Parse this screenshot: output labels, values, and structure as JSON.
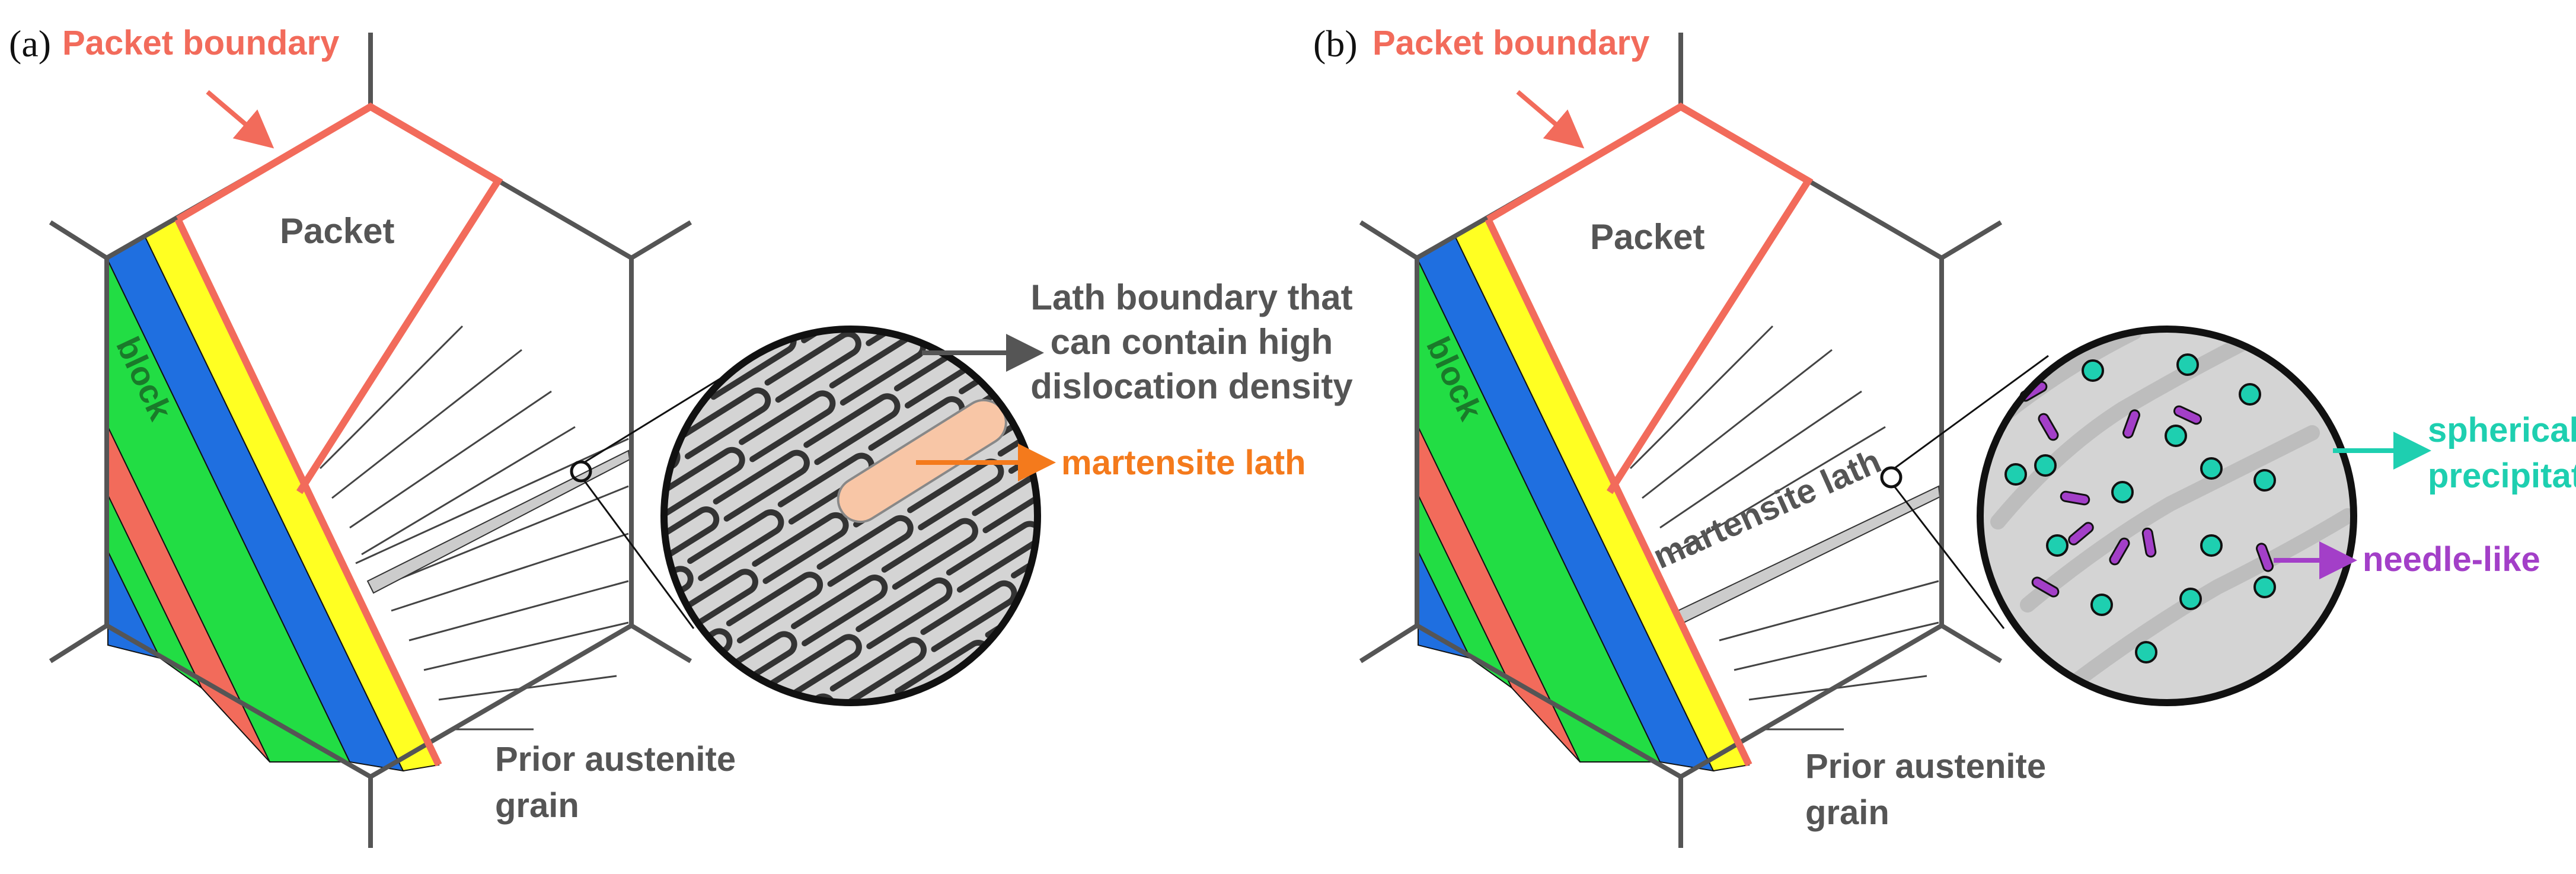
{
  "colors": {
    "packet_boundary": "#f26b5b",
    "block_green": "#22dd44",
    "block_blue": "#1f6fe0",
    "block_yellow": "#ffff22",
    "block_red": "#f26b5b",
    "grain_gray": "#555555",
    "lath_orange": "#f47a1c",
    "lath_fill": "#f8c6a6",
    "spherical_teal": "#1ecfb0",
    "needle_purple": "#a33fc8",
    "circle_fill": "#d4d4d4"
  },
  "panel_a": {
    "tag": "(a)",
    "packet_boundary_label": "Packet boundary",
    "packet_label": "Packet",
    "block_label": "block",
    "lath_boundary_label_l1": "Lath boundary that",
    "lath_boundary_label_l2": "can contain high",
    "lath_boundary_label_l3": "dislocation density",
    "martensite_lath_label": "martensite lath",
    "grain_label_l1": "Prior austenite",
    "grain_label_l2": "grain"
  },
  "panel_b": {
    "tag": "(b)",
    "packet_boundary_label": "Packet boundary",
    "packet_label": "Packet",
    "block_label": "block",
    "martensite_lath_label": "martensite lath",
    "spherical_label_l1": "spherical",
    "spherical_label_l2": "precipitates",
    "needle_label": "needle-like",
    "grain_label_l1": "Prior austenite",
    "grain_label_l2": "grain"
  }
}
